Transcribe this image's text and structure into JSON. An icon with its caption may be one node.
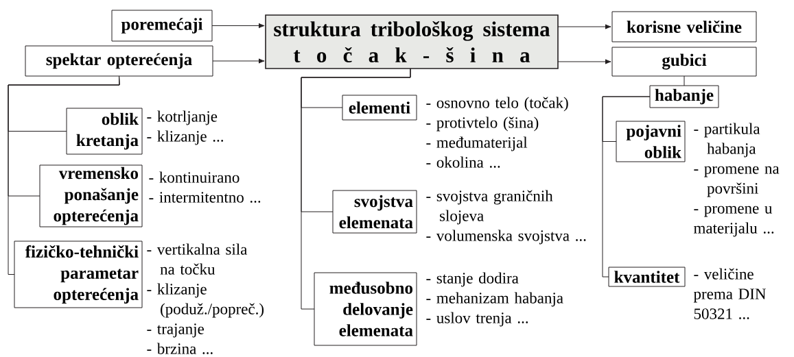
{
  "diagram": {
    "nodes": [
      {
        "text": [
          "poremećaji"
        ]
      },
      {
        "text": [
          "spektar opterećenja"
        ]
      },
      {
        "text": [
          "struktura tribološkog sistema",
          "t o č a k - š i n a"
        ]
      },
      {
        "text": [
          "korisne veličine"
        ]
      },
      {
        "text": [
          "gubici"
        ]
      },
      {
        "text": [
          "oblik kretanja"
        ],
        "beside": [
          "- kotrljanje",
          "- klizanje ..."
        ]
      },
      {
        "text": [
          "vremensko ponašanje opterećenja"
        ],
        "beside": [
          "- kontinuirano",
          "- intermitentno ..."
        ]
      },
      {
        "text": [
          "fizičko-tehnički parametar opterećenja"
        ],
        "beside": [
          "- vertikalna sila na točku",
          "- klizanje (poduž./popreč.)",
          "- trajanje",
          "- brzina ..."
        ]
      },
      {
        "text": [
          "elementi"
        ],
        "beside": [
          "- osnovno telo (točak)",
          "- protivtelo (šina)",
          "- međumaterijal",
          "- okolina ..."
        ]
      },
      {
        "text": [
          "svojstva elemenata"
        ],
        "beside": [
          "- svojstva graničnih slojeva",
          "- volumenska svojstva ..."
        ]
      },
      {
        "text": [
          "međusobno delovanje elemenata"
        ],
        "beside": [
          "- stanje dodira",
          "- mehanizam habanja",
          "- uslov trenja ..."
        ]
      },
      {
        "text": [
          "habanje"
        ]
      },
      {
        "text": [
          "pojavni oblik"
        ],
        "beside": [
          "- partikula habanja",
          "- promene na površini",
          "- promene u materijalu ..."
        ]
      },
      {
        "text": [
          "kvantitet"
        ],
        "beside": [
          "- veličine prema DIN 50321 ..."
        ]
      }
    ],
    "edges": [
      {
        "from": 0,
        "to": 2,
        "arrow": "to"
      },
      {
        "from": 1,
        "to": 2,
        "arrow": "to"
      },
      {
        "from": 2,
        "to": 3,
        "arrow": "to"
      },
      {
        "from": 2,
        "to": 4,
        "arrow": "to"
      },
      {
        "from": 1,
        "to": 5,
        "arrow": "none"
      },
      {
        "from": 1,
        "to": 6,
        "arrow": "none"
      },
      {
        "from": 1,
        "to": 7,
        "arrow": "none"
      },
      {
        "from": 2,
        "to": 8,
        "arrow": "none"
      },
      {
        "from": 2,
        "to": 9,
        "arrow": "none"
      },
      {
        "from": 2,
        "to": 10,
        "arrow": "none"
      },
      {
        "from": 4,
        "to": 11,
        "arrow": "none"
      },
      {
        "from": 11,
        "to": 12,
        "arrow": "none"
      },
      {
        "from": 11,
        "to": 13,
        "arrow": "none"
      }
    ]
  }
}
